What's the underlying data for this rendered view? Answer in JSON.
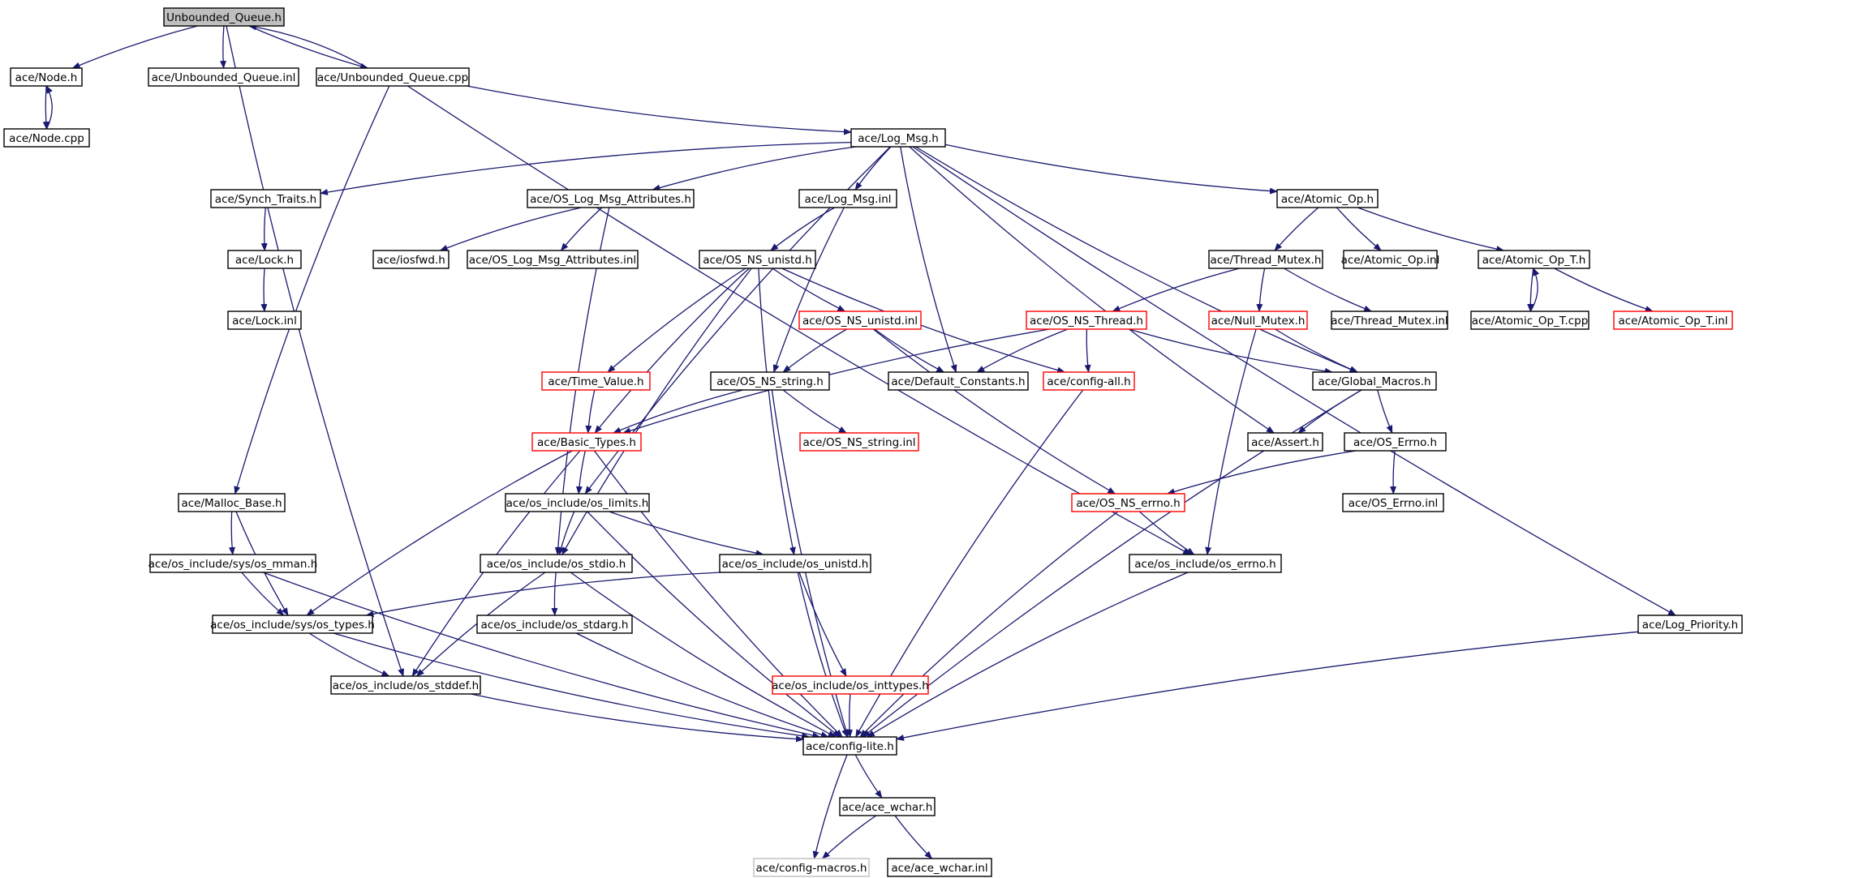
{
  "colors": {
    "edge": "#191970",
    "border_normal": "#000000",
    "border_truncated": "#ff0000",
    "border_missing": "#bfbfbf",
    "fill_root": "#bfbfbf",
    "fill_normal": "#ffffff"
  },
  "nodes": [
    {
      "id": "n_unbounded_queue_h",
      "label": "Unbounded_Queue.h",
      "style": "root"
    },
    {
      "id": "n_node_h",
      "label": "ace/Node.h",
      "style": "normal"
    },
    {
      "id": "n_unbounded_queue_inl",
      "label": "ace/Unbounded_Queue.inl",
      "style": "normal"
    },
    {
      "id": "n_unbounded_queue_cpp",
      "label": "ace/Unbounded_Queue.cpp",
      "style": "normal"
    },
    {
      "id": "n_node_cpp",
      "label": "ace/Node.cpp",
      "style": "normal"
    },
    {
      "id": "n_log_msg_h",
      "label": "ace/Log_Msg.h",
      "style": "normal"
    },
    {
      "id": "n_synch_traits_h",
      "label": "ace/Synch_Traits.h",
      "style": "normal"
    },
    {
      "id": "n_os_log_msg_attributes_h",
      "label": "ace/OS_Log_Msg_Attributes.h",
      "style": "normal"
    },
    {
      "id": "n_log_msg_inl",
      "label": "ace/Log_Msg.inl",
      "style": "normal"
    },
    {
      "id": "n_atomic_op_h",
      "label": "ace/Atomic_Op.h",
      "style": "normal"
    },
    {
      "id": "n_lock_h",
      "label": "ace/Lock.h",
      "style": "normal"
    },
    {
      "id": "n_iosfwd_h",
      "label": "ace/iosfwd.h",
      "style": "normal"
    },
    {
      "id": "n_os_log_msg_attributes_inl",
      "label": "ace/OS_Log_Msg_Attributes.inl",
      "style": "normal"
    },
    {
      "id": "n_os_ns_unistd_h",
      "label": "ace/OS_NS_unistd.h",
      "style": "normal"
    },
    {
      "id": "n_thread_mutex_h",
      "label": "ace/Thread_Mutex.h",
      "style": "normal"
    },
    {
      "id": "n_atomic_op_inl",
      "label": "ace/Atomic_Op.inl",
      "style": "normal"
    },
    {
      "id": "n_atomic_op_t_h",
      "label": "ace/Atomic_Op_T.h",
      "style": "normal"
    },
    {
      "id": "n_lock_inl",
      "label": "ace/Lock.inl",
      "style": "normal"
    },
    {
      "id": "n_os_ns_unistd_inl",
      "label": "ace/OS_NS_unistd.inl",
      "style": "truncated"
    },
    {
      "id": "n_os_ns_thread_h",
      "label": "ace/OS_NS_Thread.h",
      "style": "truncated"
    },
    {
      "id": "n_null_mutex_h",
      "label": "ace/Null_Mutex.h",
      "style": "truncated"
    },
    {
      "id": "n_thread_mutex_inl",
      "label": "ace/Thread_Mutex.inl",
      "style": "normal"
    },
    {
      "id": "n_atomic_op_t_cpp",
      "label": "ace/Atomic_Op_T.cpp",
      "style": "normal"
    },
    {
      "id": "n_atomic_op_t_inl",
      "label": "ace/Atomic_Op_T.inl",
      "style": "truncated"
    },
    {
      "id": "n_time_value_h",
      "label": "ace/Time_Value.h",
      "style": "truncated"
    },
    {
      "id": "n_os_ns_string_h",
      "label": "ace/OS_NS_string.h",
      "style": "normal"
    },
    {
      "id": "n_default_constants_h",
      "label": "ace/Default_Constants.h",
      "style": "normal"
    },
    {
      "id": "n_config_all_h",
      "label": "ace/config-all.h",
      "style": "truncated"
    },
    {
      "id": "n_global_macros_h",
      "label": "ace/Global_Macros.h",
      "style": "normal"
    },
    {
      "id": "n_basic_types_h",
      "label": "ace/Basic_Types.h",
      "style": "truncated"
    },
    {
      "id": "n_os_ns_string_inl",
      "label": "ace/OS_NS_string.inl",
      "style": "truncated"
    },
    {
      "id": "n_assert_h",
      "label": "ace/Assert.h",
      "style": "normal"
    },
    {
      "id": "n_os_errno_h",
      "label": "ace/OS_Errno.h",
      "style": "normal"
    },
    {
      "id": "n_malloc_base_h",
      "label": "ace/Malloc_Base.h",
      "style": "normal"
    },
    {
      "id": "n_os_limits_h",
      "label": "ace/os_include/os_limits.h",
      "style": "normal"
    },
    {
      "id": "n_os_ns_errno_h",
      "label": "ace/OS_NS_errno.h",
      "style": "truncated"
    },
    {
      "id": "n_os_errno_inl",
      "label": "ace/OS_Errno.inl",
      "style": "normal"
    },
    {
      "id": "n_os_mman_h",
      "label": "ace/os_include/sys/os_mman.h",
      "style": "normal"
    },
    {
      "id": "n_os_stdio_h",
      "label": "ace/os_include/os_stdio.h",
      "style": "normal"
    },
    {
      "id": "n_os_unistd_h",
      "label": "ace/os_include/os_unistd.h",
      "style": "normal"
    },
    {
      "id": "n_os_errno_inc_h",
      "label": "ace/os_include/os_errno.h",
      "style": "normal"
    },
    {
      "id": "n_os_types_h",
      "label": "ace/os_include/sys/os_types.h",
      "style": "normal"
    },
    {
      "id": "n_os_stdarg_h",
      "label": "ace/os_include/os_stdarg.h",
      "style": "normal"
    },
    {
      "id": "n_log_priority_h",
      "label": "ace/Log_Priority.h",
      "style": "normal"
    },
    {
      "id": "n_os_stddef_h",
      "label": "ace/os_include/os_stddef.h",
      "style": "normal"
    },
    {
      "id": "n_os_inttypes_h",
      "label": "ace/os_include/os_inttypes.h",
      "style": "truncated"
    },
    {
      "id": "n_config_lite_h",
      "label": "ace/config-lite.h",
      "style": "normal"
    },
    {
      "id": "n_ace_wchar_h",
      "label": "ace/ace_wchar.h",
      "style": "normal"
    },
    {
      "id": "n_config_macros_h",
      "label": "ace/config-macros.h",
      "style": "missing"
    },
    {
      "id": "n_ace_wchar_inl",
      "label": "ace/ace_wchar.inl",
      "style": "normal"
    }
  ],
  "edges": [
    {
      "from": "n_unbounded_queue_h",
      "to": "n_node_h"
    },
    {
      "from": "n_unbounded_queue_h",
      "to": "n_unbounded_queue_inl"
    },
    {
      "from": "n_unbounded_queue_h",
      "to": "n_unbounded_queue_cpp"
    },
    {
      "from": "n_unbounded_queue_h",
      "to": "n_os_stddef_h"
    },
    {
      "from": "n_unbounded_queue_cpp",
      "to": "n_unbounded_queue_h"
    },
    {
      "from": "n_node_h",
      "to": "n_node_cpp"
    },
    {
      "from": "n_node_cpp",
      "to": "n_node_h"
    },
    {
      "from": "n_unbounded_queue_cpp",
      "to": "n_malloc_base_h"
    },
    {
      "from": "n_unbounded_queue_cpp",
      "to": "n_log_msg_h"
    },
    {
      "from": "n_unbounded_queue_cpp",
      "to": "n_os_errno_inc_h"
    },
    {
      "from": "n_log_msg_h",
      "to": "n_synch_traits_h"
    },
    {
      "from": "n_log_msg_h",
      "to": "n_os_log_msg_attributes_h"
    },
    {
      "from": "n_log_msg_h",
      "to": "n_log_msg_inl"
    },
    {
      "from": "n_log_msg_h",
      "to": "n_atomic_op_h"
    },
    {
      "from": "n_log_msg_h",
      "to": "n_default_constants_h"
    },
    {
      "from": "n_log_msg_h",
      "to": "n_assert_h"
    },
    {
      "from": "n_log_msg_h",
      "to": "n_global_macros_h"
    },
    {
      "from": "n_log_msg_h",
      "to": "n_log_priority_h"
    },
    {
      "from": "n_log_msg_h",
      "to": "n_os_limits_h"
    },
    {
      "from": "n_synch_traits_h",
      "to": "n_lock_h"
    },
    {
      "from": "n_lock_h",
      "to": "n_lock_inl"
    },
    {
      "from": "n_os_log_msg_attributes_h",
      "to": "n_iosfwd_h"
    },
    {
      "from": "n_os_log_msg_attributes_h",
      "to": "n_os_log_msg_attributes_inl"
    },
    {
      "from": "n_os_log_msg_attributes_h",
      "to": "n_os_stdio_h"
    },
    {
      "from": "n_log_msg_inl",
      "to": "n_os_ns_unistd_h"
    },
    {
      "from": "n_log_msg_inl",
      "to": "n_os_ns_string_h"
    },
    {
      "from": "n_atomic_op_h",
      "to": "n_thread_mutex_h"
    },
    {
      "from": "n_atomic_op_h",
      "to": "n_atomic_op_inl"
    },
    {
      "from": "n_atomic_op_h",
      "to": "n_atomic_op_t_h"
    },
    {
      "from": "n_thread_mutex_h",
      "to": "n_os_ns_thread_h"
    },
    {
      "from": "n_thread_mutex_h",
      "to": "n_null_mutex_h"
    },
    {
      "from": "n_thread_mutex_h",
      "to": "n_thread_mutex_inl"
    },
    {
      "from": "n_atomic_op_t_h",
      "to": "n_atomic_op_t_cpp"
    },
    {
      "from": "n_atomic_op_t_cpp",
      "to": "n_atomic_op_t_h"
    },
    {
      "from": "n_atomic_op_t_h",
      "to": "n_atomic_op_t_inl"
    },
    {
      "from": "n_os_ns_unistd_h",
      "to": "n_os_ns_unistd_inl"
    },
    {
      "from": "n_os_ns_unistd_h",
      "to": "n_time_value_h"
    },
    {
      "from": "n_os_ns_unistd_h",
      "to": "n_basic_types_h"
    },
    {
      "from": "n_os_ns_unistd_h",
      "to": "n_config_all_h"
    },
    {
      "from": "n_os_ns_unistd_h",
      "to": "n_os_unistd_h"
    },
    {
      "from": "n_os_ns_unistd_h",
      "to": "n_os_stdio_h"
    },
    {
      "from": "n_os_ns_unistd_inl",
      "to": "n_os_ns_string_h"
    },
    {
      "from": "n_os_ns_unistd_inl",
      "to": "n_default_constants_h"
    },
    {
      "from": "n_os_ns_unistd_inl",
      "to": "n_os_ns_errno_h"
    },
    {
      "from": "n_os_ns_thread_h",
      "to": "n_default_constants_h"
    },
    {
      "from": "n_os_ns_thread_h",
      "to": "n_config_all_h"
    },
    {
      "from": "n_os_ns_thread_h",
      "to": "n_global_macros_h"
    },
    {
      "from": "n_os_ns_thread_h",
      "to": "n_basic_types_h"
    },
    {
      "from": "n_null_mutex_h",
      "to": "n_global_macros_h"
    },
    {
      "from": "n_null_mutex_h",
      "to": "n_os_errno_inc_h"
    },
    {
      "from": "n_time_value_h",
      "to": "n_basic_types_h"
    },
    {
      "from": "n_os_ns_string_h",
      "to": "n_basic_types_h"
    },
    {
      "from": "n_os_ns_string_h",
      "to": "n_os_ns_string_inl"
    },
    {
      "from": "n_os_ns_string_h",
      "to": "n_config_lite_h"
    },
    {
      "from": "n_config_all_h",
      "to": "n_config_lite_h"
    },
    {
      "from": "n_global_macros_h",
      "to": "n_assert_h"
    },
    {
      "from": "n_global_macros_h",
      "to": "n_os_errno_h"
    },
    {
      "from": "n_global_macros_h",
      "to": "n_config_lite_h"
    },
    {
      "from": "n_basic_types_h",
      "to": "n_os_limits_h"
    },
    {
      "from": "n_basic_types_h",
      "to": "n_os_types_h"
    },
    {
      "from": "n_basic_types_h",
      "to": "n_os_stddef_h"
    },
    {
      "from": "n_basic_types_h",
      "to": "n_config_lite_h"
    },
    {
      "from": "n_os_errno_h",
      "to": "n_os_ns_errno_h"
    },
    {
      "from": "n_os_errno_h",
      "to": "n_os_errno_inl"
    },
    {
      "from": "n_malloc_base_h",
      "to": "n_os_mman_h"
    },
    {
      "from": "n_malloc_base_h",
      "to": "n_os_types_h"
    },
    {
      "from": "n_os_limits_h",
      "to": "n_os_unistd_h"
    },
    {
      "from": "n_os_limits_h",
      "to": "n_os_stdio_h"
    },
    {
      "from": "n_os_limits_h",
      "to": "n_config_lite_h"
    },
    {
      "from": "n_os_ns_errno_h",
      "to": "n_os_errno_inc_h"
    },
    {
      "from": "n_os_ns_errno_h",
      "to": "n_config_lite_h"
    },
    {
      "from": "n_os_mman_h",
      "to": "n_os_types_h"
    },
    {
      "from": "n_os_mman_h",
      "to": "n_config_lite_h"
    },
    {
      "from": "n_os_stdio_h",
      "to": "n_os_stdarg_h"
    },
    {
      "from": "n_os_stdio_h",
      "to": "n_os_stddef_h"
    },
    {
      "from": "n_os_stdio_h",
      "to": "n_config_lite_h"
    },
    {
      "from": "n_os_unistd_h",
      "to": "n_os_types_h"
    },
    {
      "from": "n_os_unistd_h",
      "to": "n_os_inttypes_h"
    },
    {
      "from": "n_os_unistd_h",
      "to": "n_config_lite_h"
    },
    {
      "from": "n_os_errno_inc_h",
      "to": "n_config_lite_h"
    },
    {
      "from": "n_os_types_h",
      "to": "n_os_stddef_h"
    },
    {
      "from": "n_os_types_h",
      "to": "n_config_lite_h"
    },
    {
      "from": "n_os_stdarg_h",
      "to": "n_config_lite_h"
    },
    {
      "from": "n_log_priority_h",
      "to": "n_config_lite_h"
    },
    {
      "from": "n_os_stddef_h",
      "to": "n_config_lite_h"
    },
    {
      "from": "n_os_inttypes_h",
      "to": "n_config_lite_h"
    },
    {
      "from": "n_config_lite_h",
      "to": "n_ace_wchar_h"
    },
    {
      "from": "n_config_lite_h",
      "to": "n_config_macros_h"
    },
    {
      "from": "n_ace_wchar_h",
      "to": "n_config_macros_h"
    },
    {
      "from": "n_ace_wchar_h",
      "to": "n_ace_wchar_inl"
    }
  ]
}
